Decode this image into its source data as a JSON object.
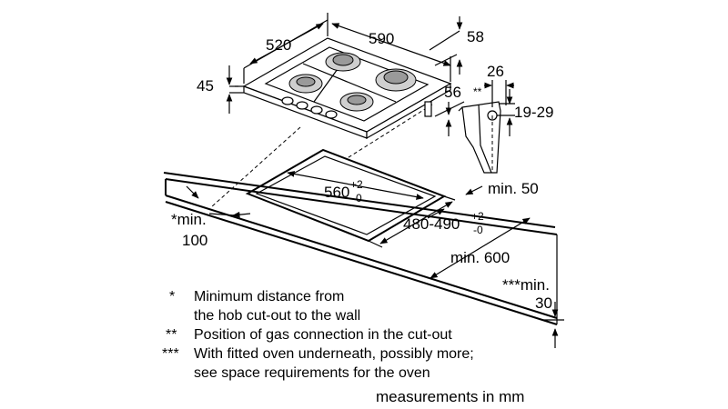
{
  "dimensions": {
    "hob_depth": "520",
    "hob_width": "590",
    "side_offset": "58",
    "hob_height": "45",
    "right_depth": "56",
    "detail_width": "26",
    "gas_marker": "**",
    "gas_height": "19-29",
    "cutout_width": "560",
    "cutout_width_tol_plus": "+2",
    "cutout_width_tol_minus": "-0",
    "cutout_depth": "480-490",
    "cutout_depth_tol_plus": "+2",
    "cutout_depth_tol_minus": "-0",
    "min_rear": "min. 50",
    "min_wall_label": "*min.",
    "min_wall_value": "100",
    "min_front": "min. 600",
    "min_below_label": "***min.",
    "min_below_value": "30"
  },
  "legend": [
    {
      "mark": "*",
      "lines": [
        "Minimum distance from",
        "the hob cut-out to the wall"
      ]
    },
    {
      "mark": "**",
      "lines": [
        "Position of gas connection in the cut-out"
      ]
    },
    {
      "mark": "***",
      "lines": [
        "With fitted oven underneath, possibly more;",
        "see space requirements for the oven"
      ]
    }
  ],
  "units_note": "measurements in mm"
}
